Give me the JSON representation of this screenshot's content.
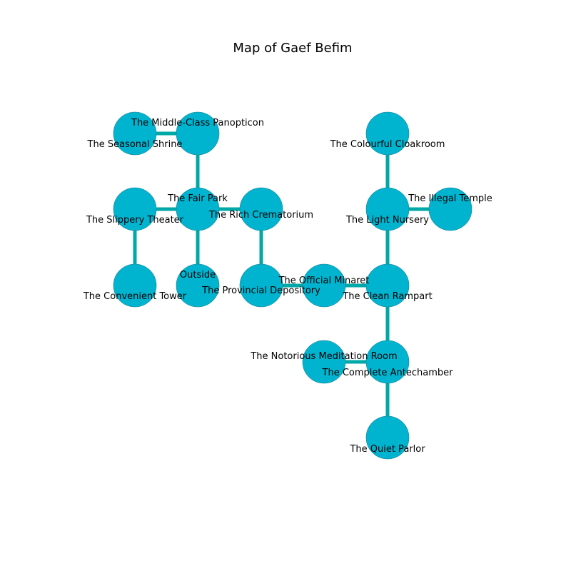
{
  "map": {
    "title": "Map of Gaef Befim",
    "node_color": "#00b4d0",
    "edge_color": "#00a8a8",
    "rooms": {
      "seasonal_shrine": "The Seasonal Shrine",
      "panopticon": "The Middle-Class Panopticon",
      "cloakroom": "The Colourful Cloakroom",
      "slippery_theater": "The Slippery Theater",
      "fair_park": "The Fair Park",
      "crematorium": "The Rich Crematorium",
      "light_nursery": "The Light Nursery",
      "illegal_temple": "The Illegal Temple",
      "convenient_tower": "The Convenient Tower",
      "outside": "Outside",
      "provincial_depository": "The Provincial Depository",
      "official_minaret": "The Official Minaret",
      "clean_rampart": "The Clean Rampart",
      "meditation_room": "The Notorious Meditation Room",
      "complete_antechamber": "The Complete Antechamber",
      "quiet_parlor": "The Quiet Parlor"
    },
    "connections": [
      [
        "seasonal_shrine",
        "panopticon"
      ],
      [
        "panopticon",
        "fair_park"
      ],
      [
        "slippery_theater",
        "fair_park"
      ],
      [
        "fair_park",
        "crematorium"
      ],
      [
        "slippery_theater",
        "convenient_tower"
      ],
      [
        "fair_park",
        "outside"
      ],
      [
        "crematorium",
        "provincial_depository"
      ],
      [
        "provincial_depository",
        "official_minaret"
      ],
      [
        "official_minaret",
        "clean_rampart"
      ],
      [
        "cloakroom",
        "light_nursery"
      ],
      [
        "light_nursery",
        "illegal_temple"
      ],
      [
        "light_nursery",
        "clean_rampart"
      ],
      [
        "clean_rampart",
        "complete_antechamber"
      ],
      [
        "meditation_room",
        "complete_antechamber"
      ],
      [
        "complete_antechamber",
        "quiet_parlor"
      ]
    ]
  }
}
